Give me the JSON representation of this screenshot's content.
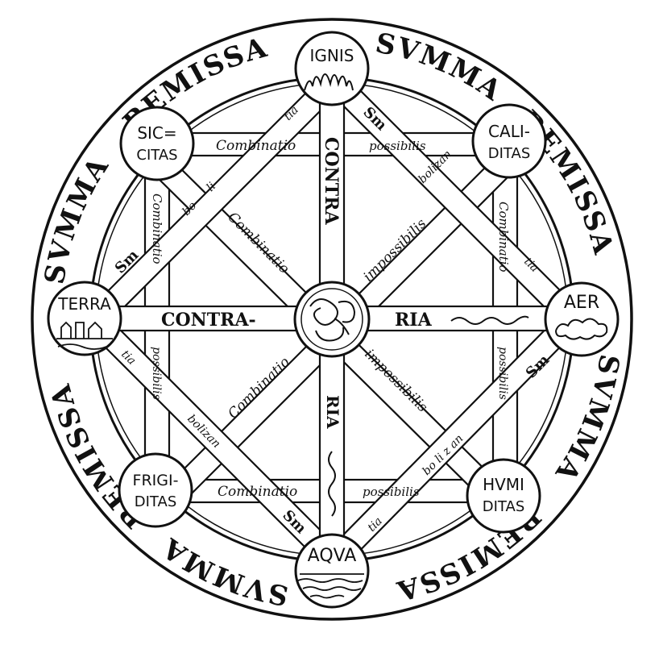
{
  "nodes": {
    "ignis": {
      "line1": "IGNIS",
      "line2": ""
    },
    "caliditas": {
      "line1": "CALI-",
      "line2": "DITAS"
    },
    "aer": {
      "line1": "AER",
      "line2": ""
    },
    "humiditas": {
      "line1": "HVMI",
      "line2": "DITAS"
    },
    "aqua": {
      "line1": "AQVA",
      "line2": ""
    },
    "frigiditas": {
      "line1": "FRIGI-",
      "line2": "DITAS"
    },
    "terra": {
      "line1": "TERRA",
      "line2": ""
    },
    "siccitas": {
      "line1": "SIC=",
      "line2": "CITAS"
    }
  },
  "ring": {
    "summa": "SVMMA",
    "remissa": "REMISSA"
  },
  "bands": {
    "contra": "CONTRA",
    "ria": "RIA",
    "contra_dash": "CONTRA-",
    "combinatio": "Combinatio",
    "possibilis": "possibilis",
    "impossibilis": "impossibilis",
    "tia": "tia",
    "sm": "Sm",
    "bo": "bo",
    "li": "li",
    "bolizan": "bolizan",
    "bo_li_z_an": "bo li z an"
  },
  "colors": {
    "ink": "#111111",
    "paper": "#ffffff"
  }
}
